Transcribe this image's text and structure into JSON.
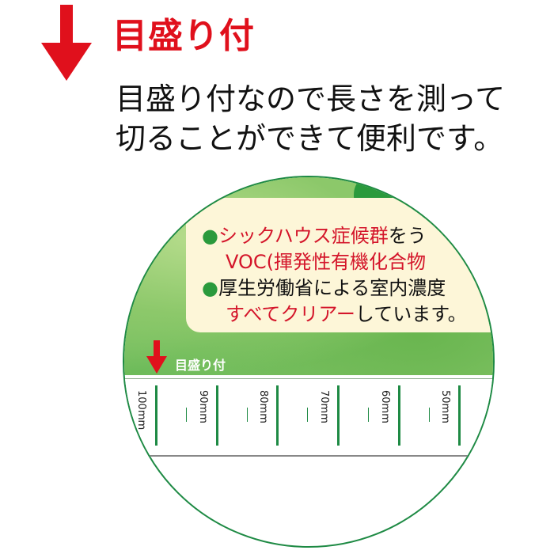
{
  "header": {
    "arrow_icon": "arrow-down-icon",
    "title": "目盛り付",
    "description_line1": "目盛り付なので長さを測って",
    "description_line2": "切ることができて便利です。",
    "colors": {
      "title": "#e0101c",
      "arrow": "#e0101c"
    }
  },
  "closeup": {
    "tag_icon": "check-icon",
    "lines": [
      {
        "bullet": "●",
        "red": "シックハウス症候群",
        "black": "をう"
      },
      {
        "red": "VOC(揮発性有機化合物",
        "black": ""
      },
      {
        "bullet": "●",
        "black": "厚生労働省による室内濃度"
      },
      {
        "red": "すべてクリアー",
        "black": "しています。"
      }
    ],
    "strip_label": "目盛り付",
    "ruler_labels": [
      "100mm",
      "90mm",
      "80mm",
      "70mm",
      "60mm",
      "50mm"
    ],
    "colors": {
      "green": "#1e8a44",
      "panel": "#fdf6d8",
      "red": "#d4152a"
    }
  }
}
